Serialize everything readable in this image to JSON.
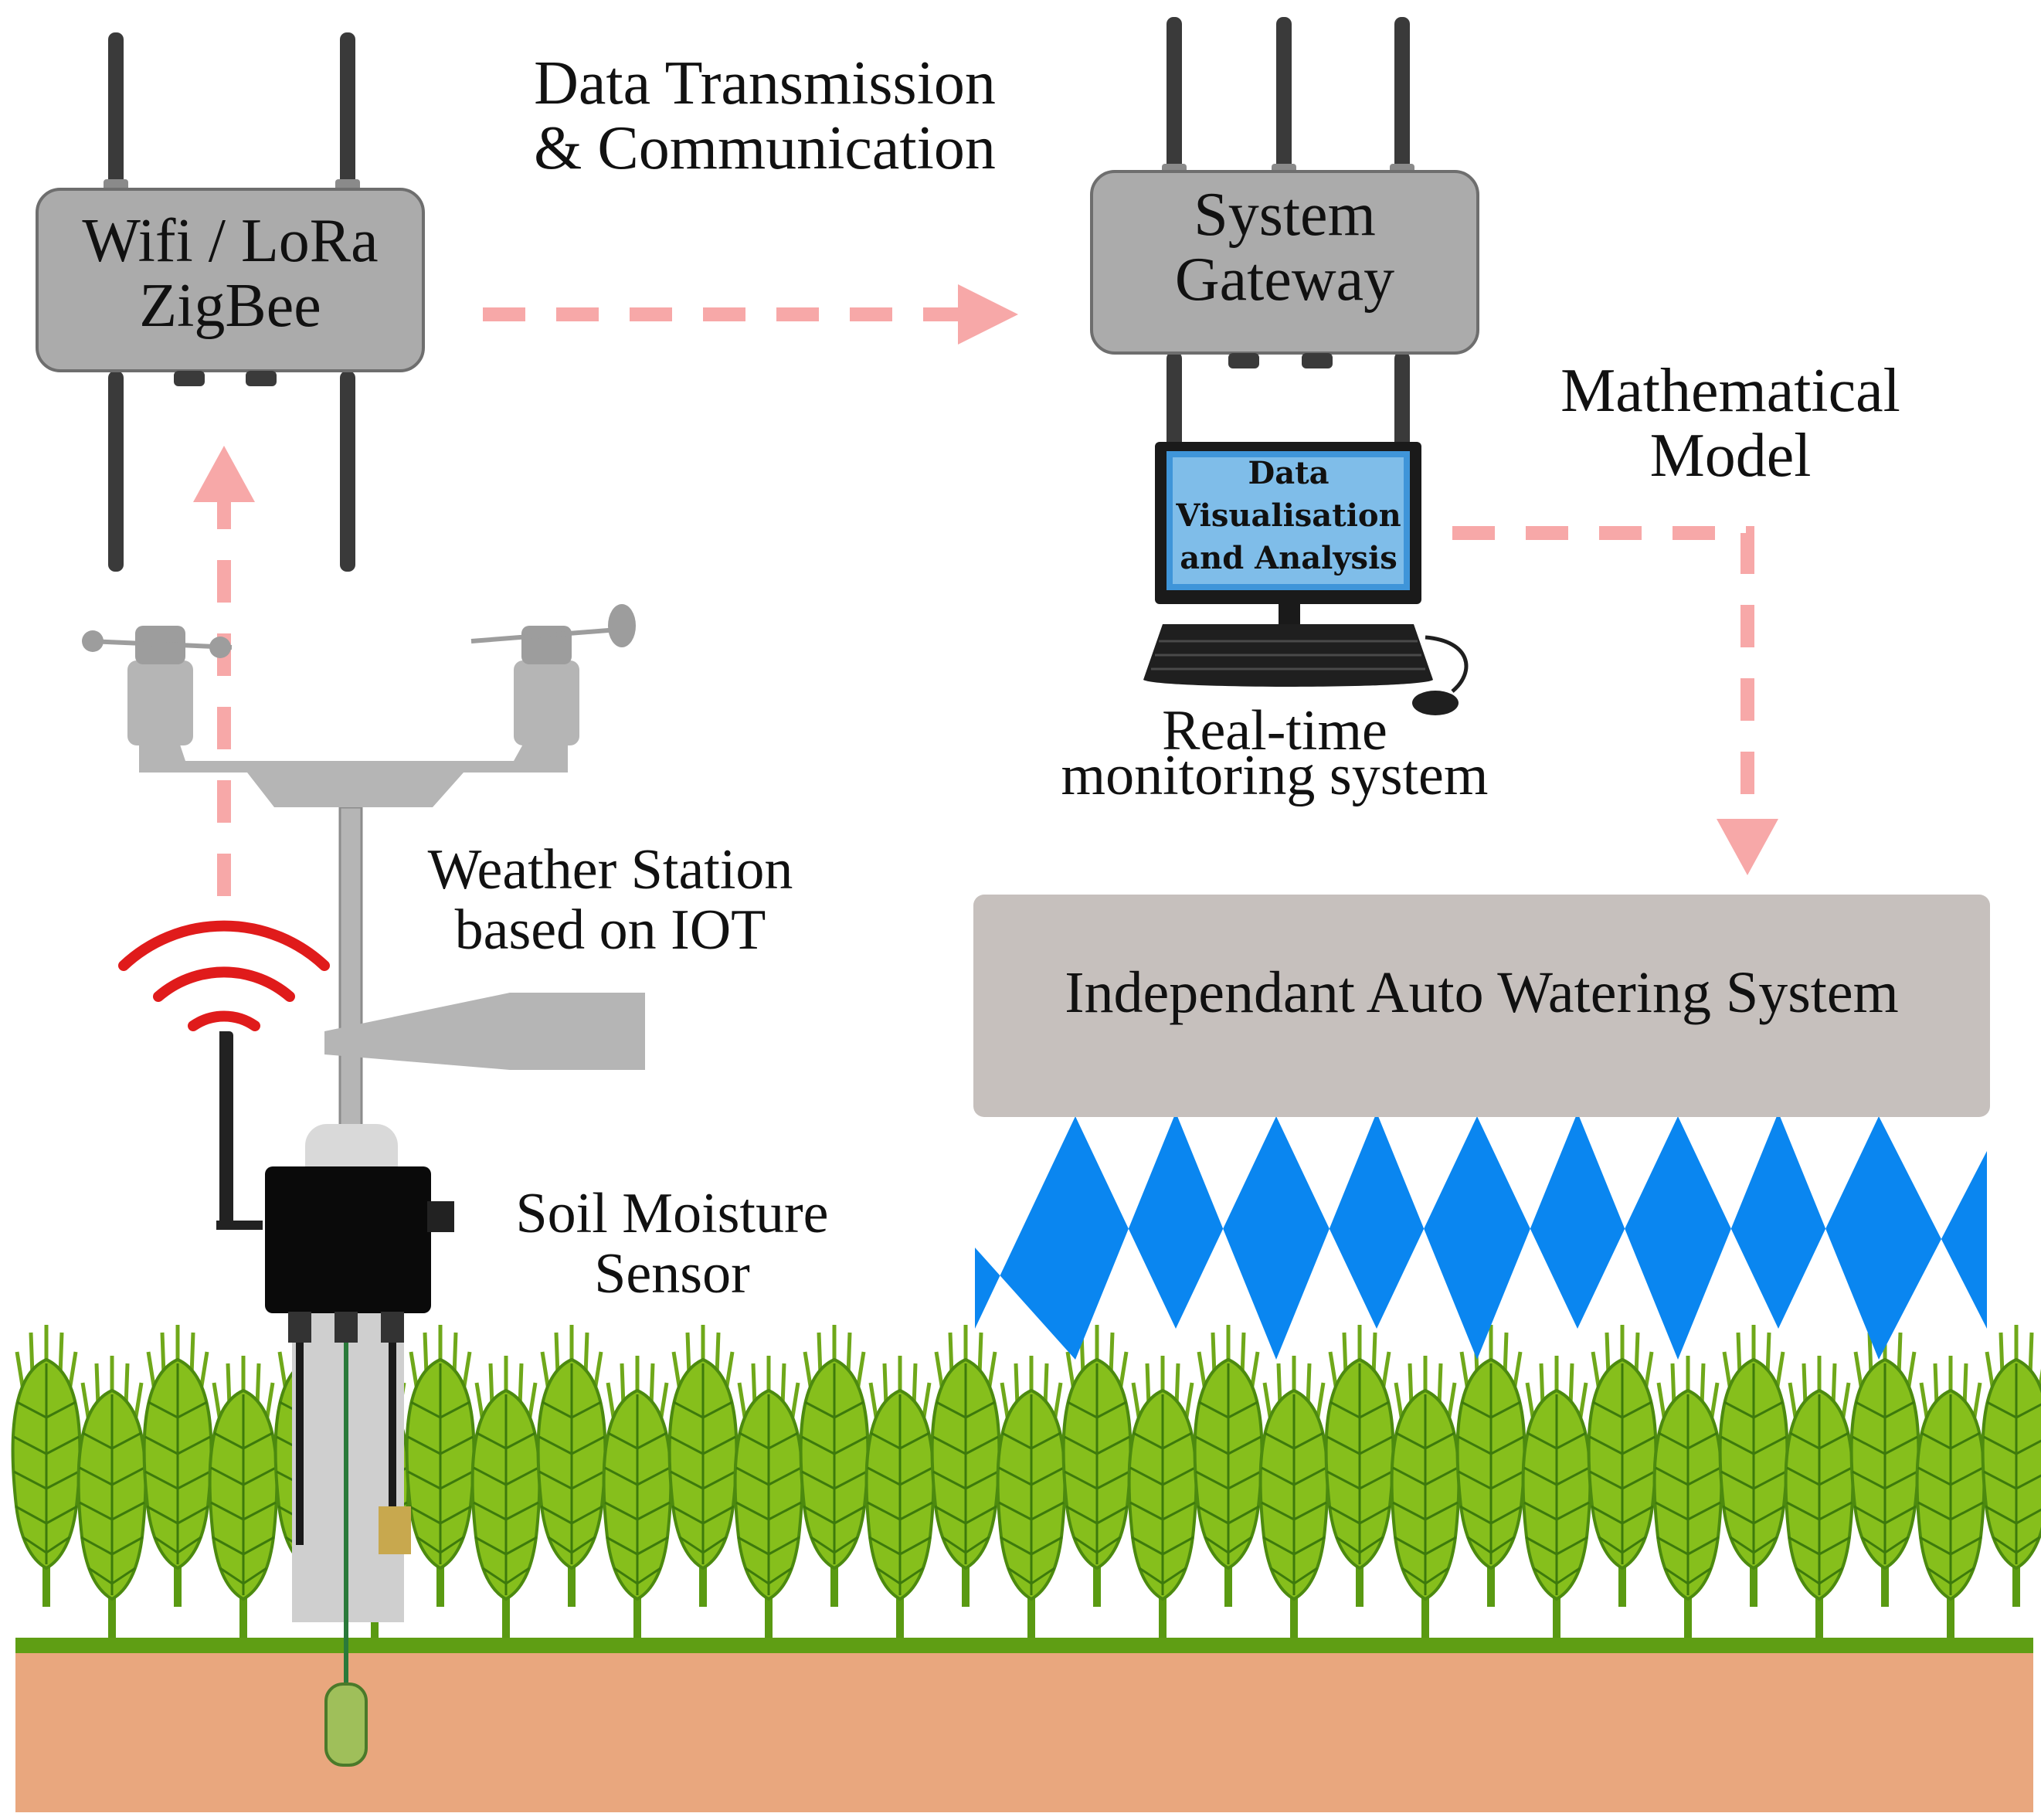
{
  "labels": {
    "wifi_box": [
      "Wifi / LoRa",
      "ZigBee"
    ],
    "transmission": [
      "Data Transmission",
      "& Communication"
    ],
    "gateway": [
      "System",
      "Gateway"
    ],
    "screen": [
      "Data",
      "Visualisation",
      "and Analysis"
    ],
    "monitoring": [
      "Real-time",
      "monitoring system"
    ],
    "math_model": [
      "Mathematical",
      "Model"
    ],
    "weather": [
      "Weather Station",
      "based on IOT"
    ],
    "soil": [
      "Soil Moisture",
      "Sensor"
    ],
    "watering": "Independant Auto Watering System"
  },
  "colors": {
    "device_box": "#ababab",
    "arrow": "#f7a8a8",
    "signal": "#e01b1b",
    "water": "#0a86f0",
    "plant": "#86bf1c",
    "grass": "#5f9e14",
    "soil": "#e9a77e",
    "station": "#b5b5b5",
    "watering_box": "#c6c0bd"
  }
}
